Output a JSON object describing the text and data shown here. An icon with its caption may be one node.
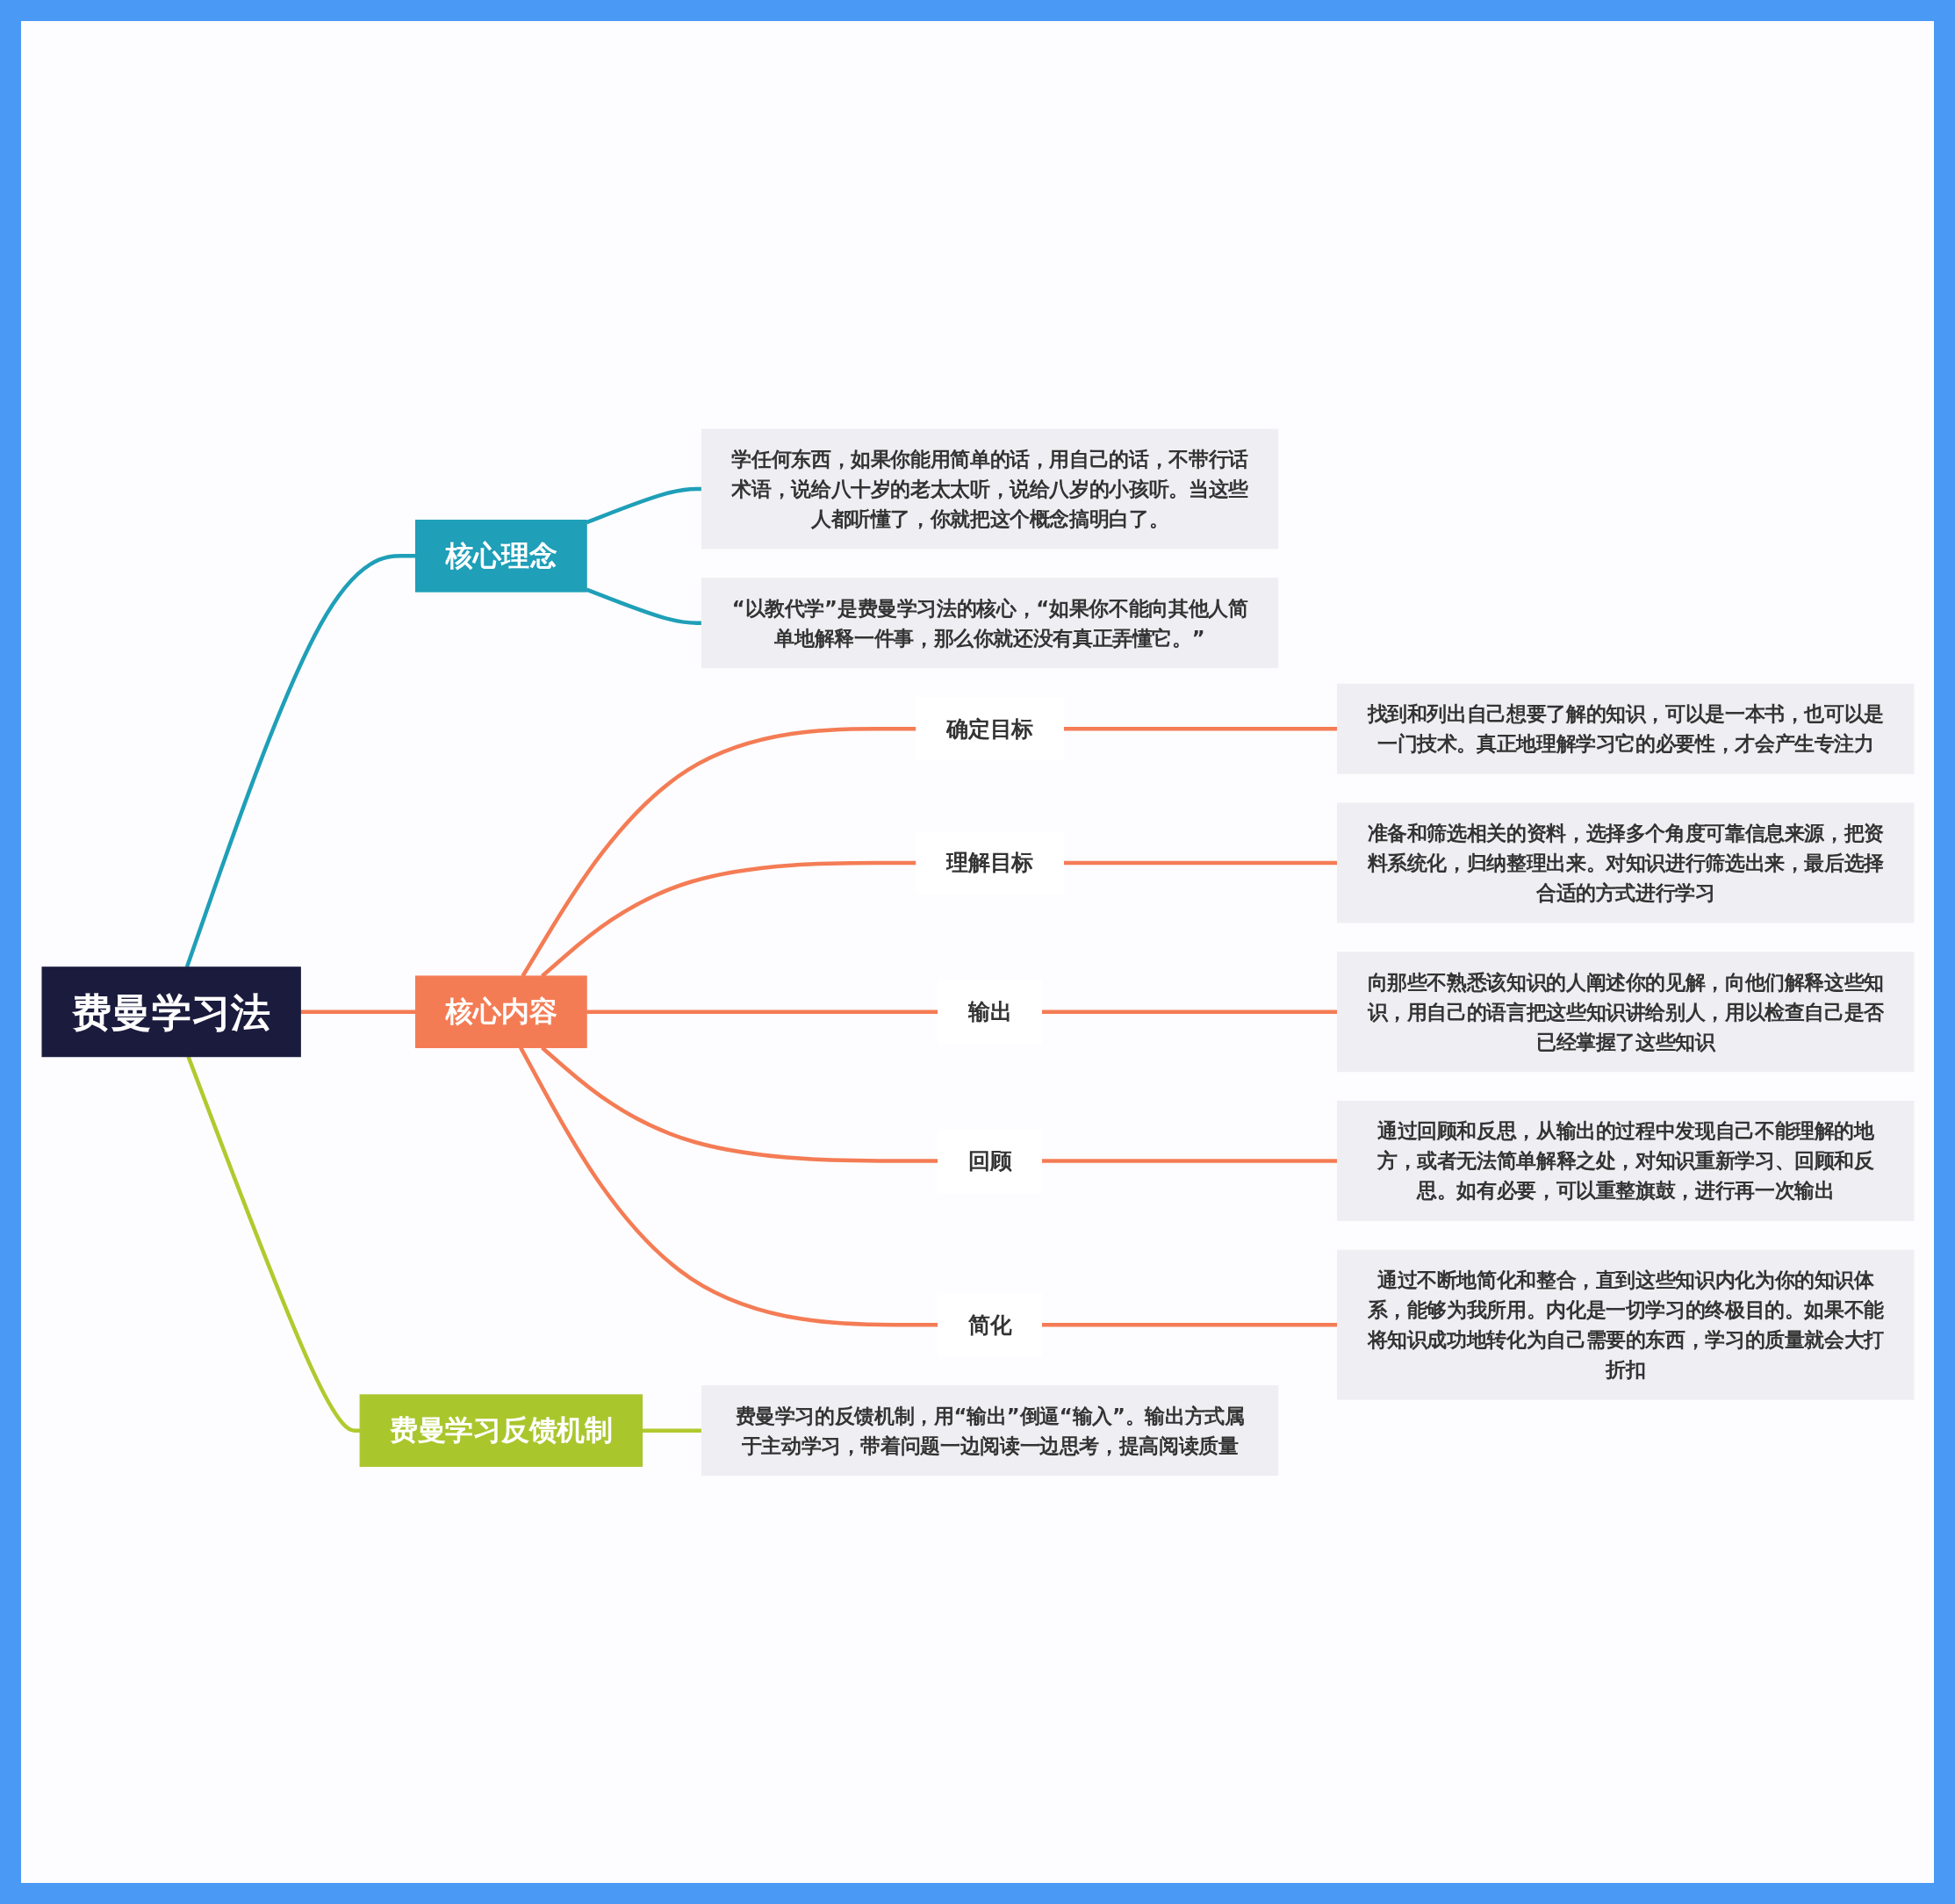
{
  "diagram": {
    "nodes": [
      {
        "text": [
          "费曼学习法"
        ]
      },
      {
        "text": [
          "核心理念"
        ]
      },
      {
        "text": [
          "学任何东西，如果你能用简单的话，用自己的话，不带行话术语，说给八十岁的老太太听，说给八岁的小孩听。当这些人都听懂了，你就把这个概念搞明白了。"
        ]
      },
      {
        "text": [
          "“以教代学”是费曼学习法的核心，“如果你不能向其他人简单地解释一件事，那么你就还没有真正弄懂它。”"
        ]
      },
      {
        "text": [
          "核心内容"
        ]
      },
      {
        "text": [
          "确定目标"
        ]
      },
      {
        "text": [
          "找到和列出自己想要了解的知识，可以是一本书，也可以是一门技术。真正地理解学习它的必要性，才会产生专注力"
        ]
      },
      {
        "text": [
          "理解目标"
        ]
      },
      {
        "text": [
          "准备和筛选相关的资料，选择多个角度可靠信息来源，把资料系统化，归纳整理出来。对知识进行筛选出来，最后选择合适的方式进行学习"
        ]
      },
      {
        "text": [
          "输出"
        ]
      },
      {
        "text": [
          "向那些不熟悉该知识的人阐述你的见解，向他们解释这些知识，用自己的语言把这些知识讲给别人，用以检查自己是否已经掌握了这些知识"
        ]
      },
      {
        "text": [
          "回顾"
        ]
      },
      {
        "text": [
          "通过回顾和反思，从输出的过程中发现自己不能理解的地方，或者无法简单解释之处，对知识重新学习、回顾和反思。如有必要，可以重整旗鼓，进行再一次输出"
        ]
      },
      {
        "text": [
          "简化"
        ]
      },
      {
        "text": [
          "通过不断地简化和整合，直到这些知识内化为你的知识体系，能够为我所用。内化是一切学习的终极目的。如果不能将知识成功地转化为自己需要的东西，学习的质量就会大打折扣"
        ]
      },
      {
        "text": [
          "费曼学习反馈机制"
        ]
      },
      {
        "text": [
          "费曼学习的反馈机制，用“输出”倒逼“输入”。输出方式属于主动学习，带着问题一边阅读一边思考，提高阅读质量"
        ]
      }
    ],
    "edges": [
      {
        "from": 0,
        "to": 1,
        "arrow": "none",
        "color": "#1f9fb8"
      },
      {
        "from": 1,
        "to": 2,
        "arrow": "none",
        "color": "#1f9fb8"
      },
      {
        "from": 1,
        "to": 3,
        "arrow": "none",
        "color": "#1f9fb8"
      },
      {
        "from": 0,
        "to": 4,
        "arrow": "none"
      },
      {
        "from": 4,
        "to": 5,
        "arrow": "none"
      },
      {
        "from": 5,
        "to": 6,
        "arrow": "none"
      },
      {
        "from": 4,
        "to": 7,
        "arrow": "none"
      },
      {
        "from": 7,
        "to": 8,
        "arrow": "none"
      },
      {
        "from": 4,
        "to": 9,
        "arrow": "none"
      },
      {
        "from": 9,
        "to": 10,
        "arrow": "none"
      },
      {
        "from": 4,
        "to": 11,
        "arrow": "none"
      },
      {
        "from": 11,
        "to": 12,
        "arrow": "none"
      },
      {
        "from": 4,
        "to": 13,
        "arrow": "none"
      },
      {
        "from": 13,
        "to": 14,
        "arrow": "none"
      },
      {
        "from": 0,
        "to": 15,
        "arrow": "none",
        "color": "#b2c92e"
      },
      {
        "from": 15,
        "to": 16,
        "arrow": "none",
        "color": "#b2c92e"
      }
    ]
  }
}
